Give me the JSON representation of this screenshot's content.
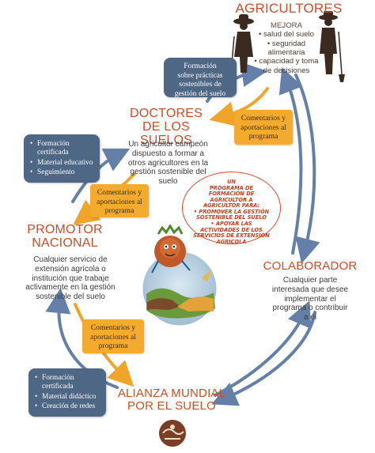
{
  "colors": {
    "title": "#c4502c",
    "blue_box": "#4e6784",
    "orange_box": "#f4aa2c",
    "arrow_blue": "#5b77a0",
    "arrow_orange": "#f0a52a",
    "bubble_text": "#c8401f"
  },
  "agricultores": {
    "title": "AGRICULTORES",
    "improves_heading": "MEJORA",
    "improvements": [
      "• salud del suelo",
      "• seguridad",
      "alimentaria",
      "• capacidad y toma",
      "de decisiones"
    ]
  },
  "doctores": {
    "title_line1": "DOCTORES",
    "title_line2": "DE LOS SUELOS",
    "desc": [
      "Un agricultor campeón",
      "dispuesto a formar a",
      "otros agricultores en la",
      "gestión sostenible del",
      "suelo"
    ]
  },
  "promotor": {
    "title_line1": "PROMOTOR",
    "title_line2": "NACIONAL",
    "desc": [
      "Cualquier servicio de",
      "extensión agrícola o",
      "institución que trabaje",
      "activamente en la gestión",
      "sostenible del suelo"
    ]
  },
  "colaborador": {
    "title": "COLABORADOR",
    "desc": [
      "Cualquier parte",
      "interesada que desee",
      "implementar el",
      "programa o contribuir",
      "a él"
    ]
  },
  "alianza": {
    "title_line1": "ALIANZA MUNDIAL",
    "title_line2": "POR EL SUELO"
  },
  "boxes": {
    "formacion_top": [
      "Formación",
      "sobre prácticas",
      "sostenibles de",
      "gestión del suelo"
    ],
    "list_middle": [
      "Formación certificada",
      "Material educativo",
      "Seguimiento"
    ],
    "list_bottom": [
      "Formación certificada",
      "Material didáctico",
      "Creación de redes"
    ],
    "comentarios_1": [
      "Comentarios y",
      "aportaciones al",
      "programa"
    ],
    "comentarios_2": [
      "Comentarios y",
      "aportaciones al",
      "programa"
    ],
    "comentarios_3": [
      "Comentarios y",
      "aportaciones al",
      "programa"
    ]
  },
  "bubble": {
    "line1": "UN",
    "line2": "PROGRAMA DE",
    "line3": "FORMACIÓN DE AGRICULTOR A",
    "line4": "AGRICULTOR PARA:",
    "line5": "• PROMOVER LA GESTIÓN",
    "line6": "SOSTENIBLE DEL SUELO",
    "line7": "• APOYAR LAS ACTIVIDADES DE LOS",
    "line8": "SERVICIOS DE EXTENSIÓN",
    "line9": "AGRÍCOLA"
  },
  "icons": [
    "farmer-woman-icon",
    "farmer-man-icon",
    "soil-doctor-mascot-icon",
    "handshake-icon",
    "global-soil-partnership-logo-icon"
  ]
}
